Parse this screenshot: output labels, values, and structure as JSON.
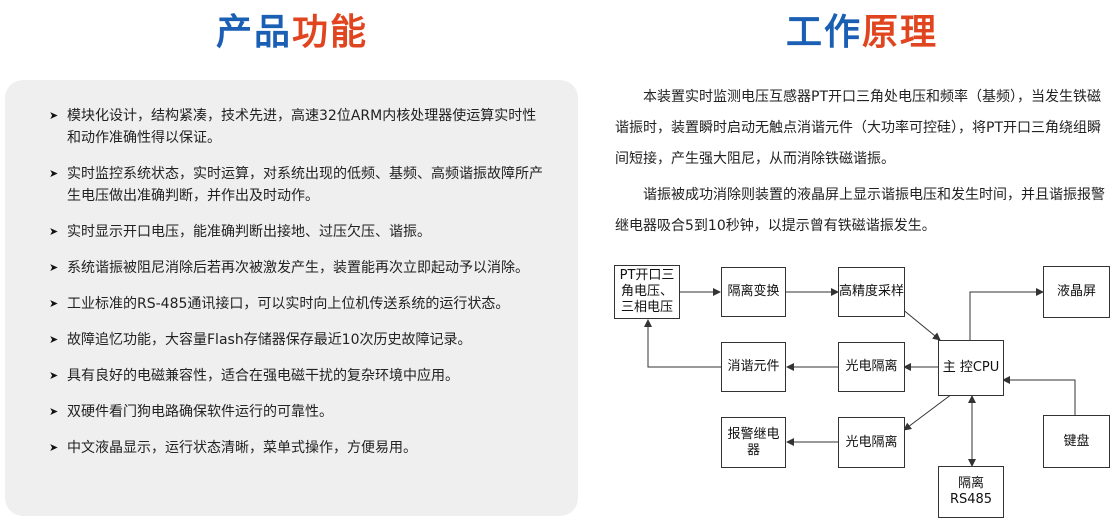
{
  "left_title": {
    "part1": "产品",
    "part2": "功能"
  },
  "right_title": {
    "part1": "工作",
    "part2": "原理"
  },
  "features": [
    "模块化设计，结构紧凑，技术先进，高速32位ARM内核处理器使运算实时性和动作准确性得以保证。",
    "实时监控系统状态，实时运算，对系统出现的低频、基频、高频谐振故障所产生电压做出准确判断，并作出及时动作。",
    "实时显示开口电压，能准确判断出接地、过压欠压、谐振。",
    "系统谐振被阻尼消除后若再次被激发产生，装置能再次立即起动予以消除。",
    "工业标准的RS-485通讯接口，可以实时向上位机传送系统的运行状态。",
    "故障追忆功能，大容量Flash存储器保存最近10次历史故障记录。",
    "具有良好的电磁兼容性，适合在强电磁干扰的复杂环境中应用。",
    "双硬件看门狗电路确保软件运行的可靠性。",
    "中文液晶显示，运行状态清晰，菜单式操作，方便易用。"
  ],
  "principle": [
    "本装置实时监测电压互感器PT开口三角处电压和频率（基频），当发生铁磁谐振时，装置瞬时启动无触点消谐元件（大功率可控硅），将PT开口三角绕组瞬间短接，产生强大阻尼，从而消除铁磁谐振。",
    "谐振被成功消除则装置的液晶屏上显示谐振电压和发生时间，并且谐振报警继电器吸合5到10秒钟，以提示曾有铁磁谐振发生。"
  ],
  "diagram": {
    "pt": "PT开口三角电压、三相电压",
    "isolation_transform": "隔离变换",
    "sampling": "高精度采样",
    "lcd": "液晶屏",
    "harmonic_element": "消谐元件",
    "opto1": "光电隔离",
    "cpu": "主 控CPU",
    "alarm_relay": "报警继电器",
    "opto2": "光电隔离",
    "keyboard": "键盘",
    "rs485": "隔离RS485"
  }
}
